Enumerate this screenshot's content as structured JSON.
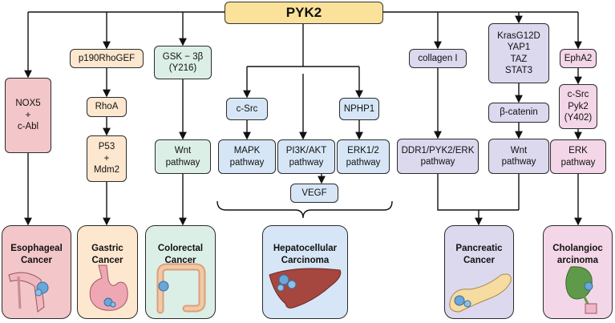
{
  "root": "PYK2",
  "nodes": {
    "nox5": "NOX5\n+\nc-Abl",
    "p190": "p190RhoGEF",
    "rhoa": "RhoA",
    "p53": "P53\n+\nMdm2",
    "gsk": "GSK − 3β\n(Y216)",
    "wnt1": "Wnt\npathway",
    "csrc1": "c-Src",
    "nphp1": "NPHP1",
    "mapk": "MAPK\npathway",
    "pi3k": "PI3K/AKT\npathway",
    "erk12": "ERK1/2\npathway",
    "vegf": "VEGF",
    "collagen": "collagen I",
    "kras": "KrasG12D\nYAP1\nTAZ\nSTAT3",
    "ddr1": "DDR1/PYK2/ERK\npathway",
    "catenin": "β-catenin",
    "wnt2": "Wnt\npathway",
    "epha2": "EphA2",
    "csrc2": "c-Src\nPyk2\n(Y402)",
    "erk": "ERK\npathway"
  },
  "cancers": {
    "esophageal": "Esophageal\nCancer",
    "gastric": "Gastric\nCancer",
    "colorectal": "Colorectal\nCancer",
    "hepato": "Hepatocellular\nCarcinoma",
    "pancreatic": "Pancreatic\nCancer",
    "cholangio": "Cholangioc\narcinoma"
  },
  "colors": {
    "root": "#fbe29a",
    "esophageal": "#f3c6c9",
    "gastric": "#fde7cf",
    "colorectal": "#dcefe6",
    "hepatocellular": "#d6e6f6",
    "pancreatic": "#dcd8ee",
    "cholangio": "#f3d6e7"
  }
}
